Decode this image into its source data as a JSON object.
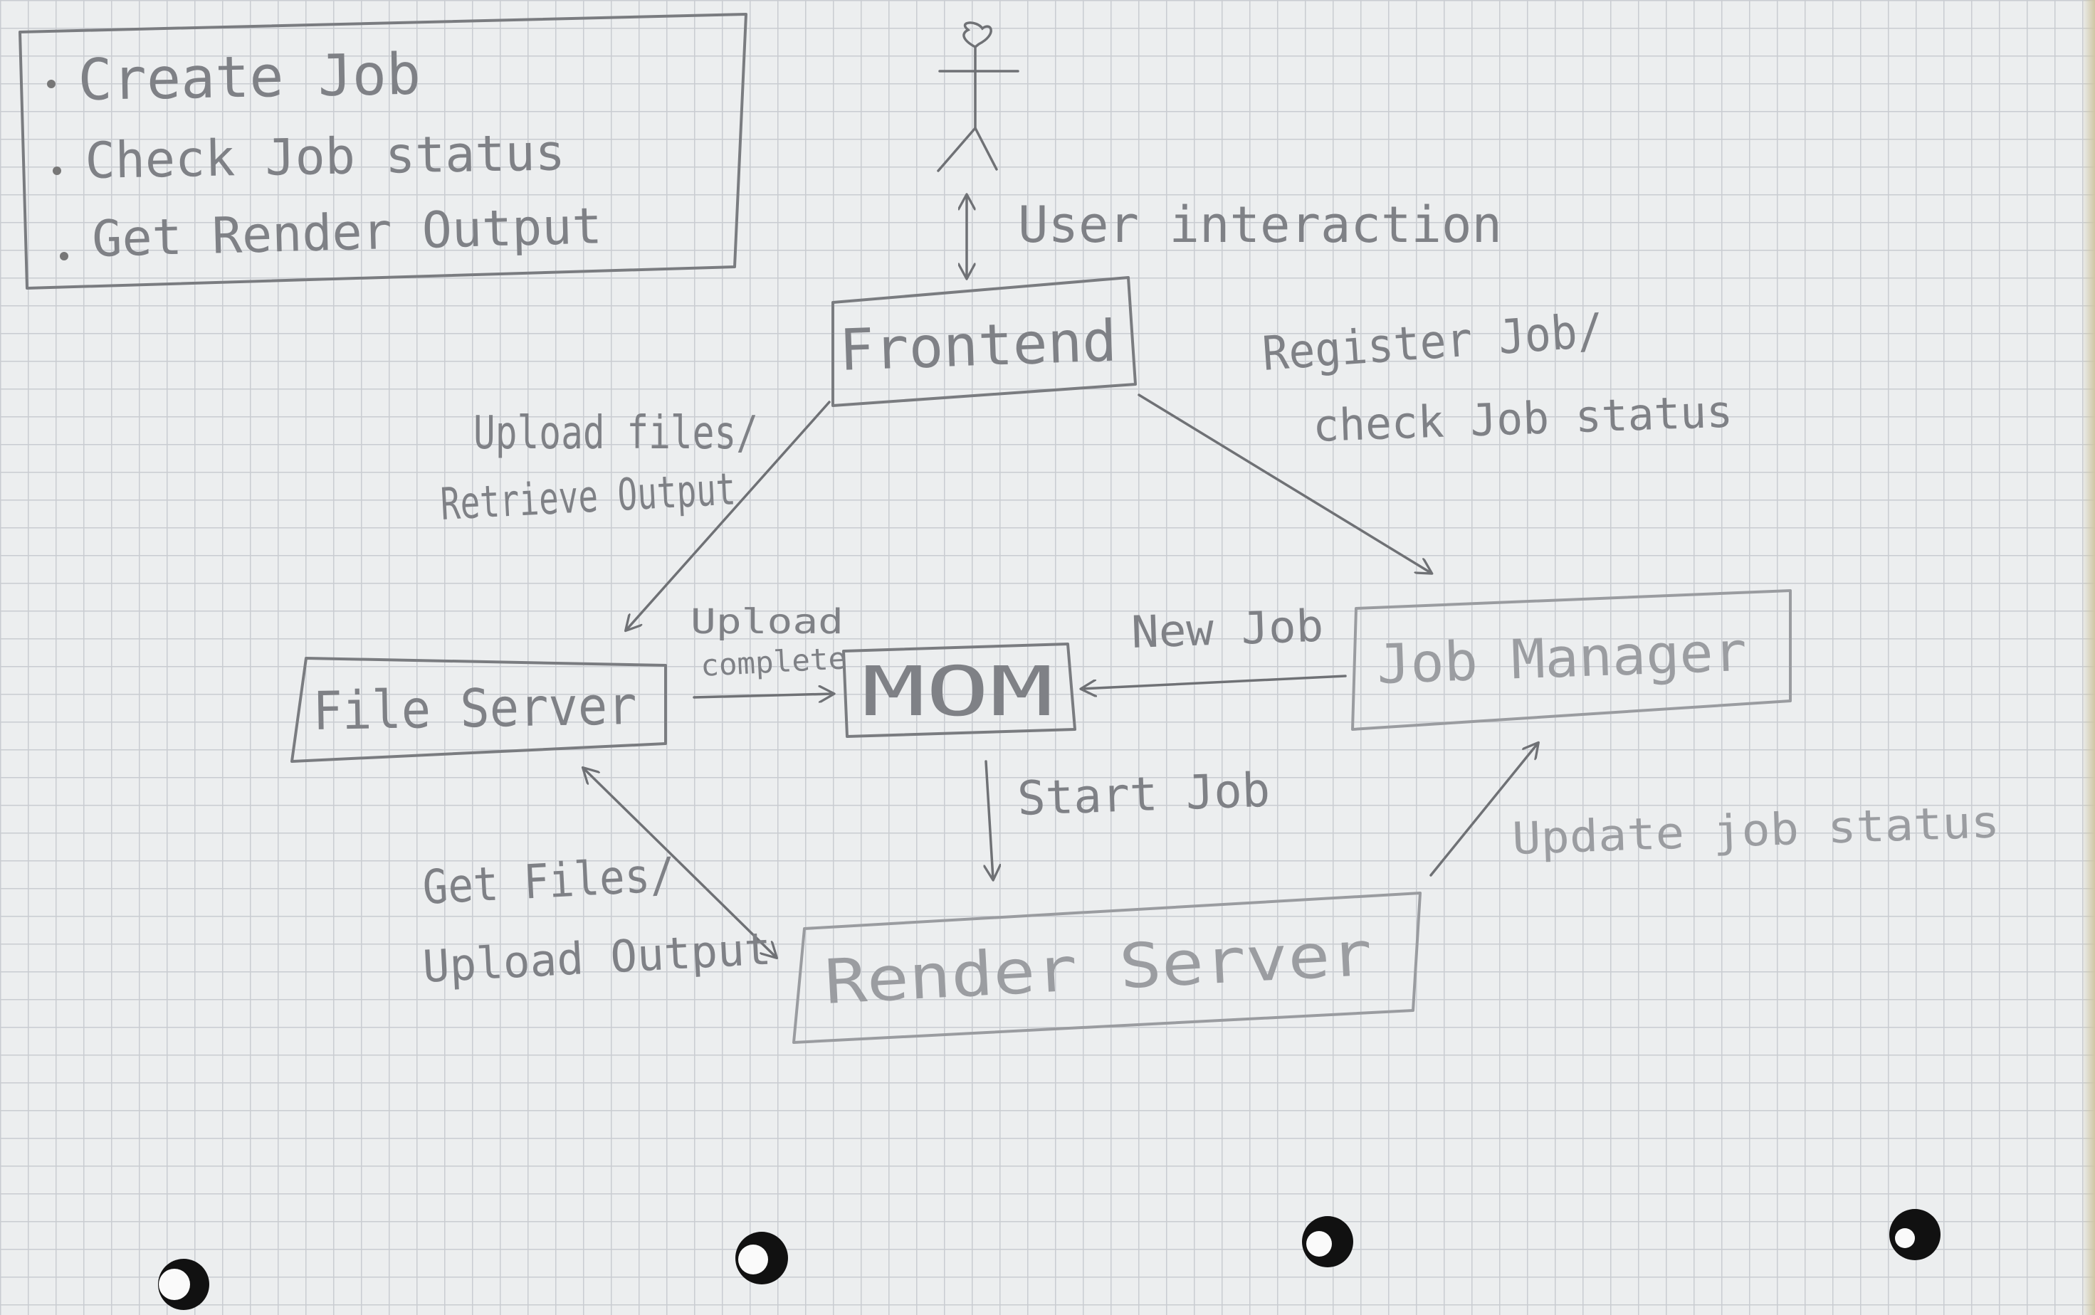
{
  "actor": {
    "name": ""
  },
  "use_cases": {
    "items": [
      "Create Job",
      "Check Job status",
      "Get Render Output"
    ]
  },
  "components": {
    "frontend": "Frontend",
    "file_server": "File Server",
    "mom": "MOM",
    "job_manager": "Job Manager",
    "render_server": "Render Server"
  },
  "edges": {
    "user_interaction": "User interaction",
    "upload_files_1": "Upload files/",
    "upload_files_2": "Retrieve Output",
    "register_job_1": "Register Job/",
    "register_job_2": "check Job status",
    "upload_complete_1": "Upload",
    "upload_complete_2": "complete",
    "new_job": "New Job",
    "start_job": "Start Job",
    "update_job_status": "Update job status",
    "get_files_1": "Get Files/",
    "get_files_2": "Upload Output"
  },
  "colors": {
    "pencil": "#7f8186",
    "paper": "#eceeef",
    "grid": "#c9ccd1"
  }
}
